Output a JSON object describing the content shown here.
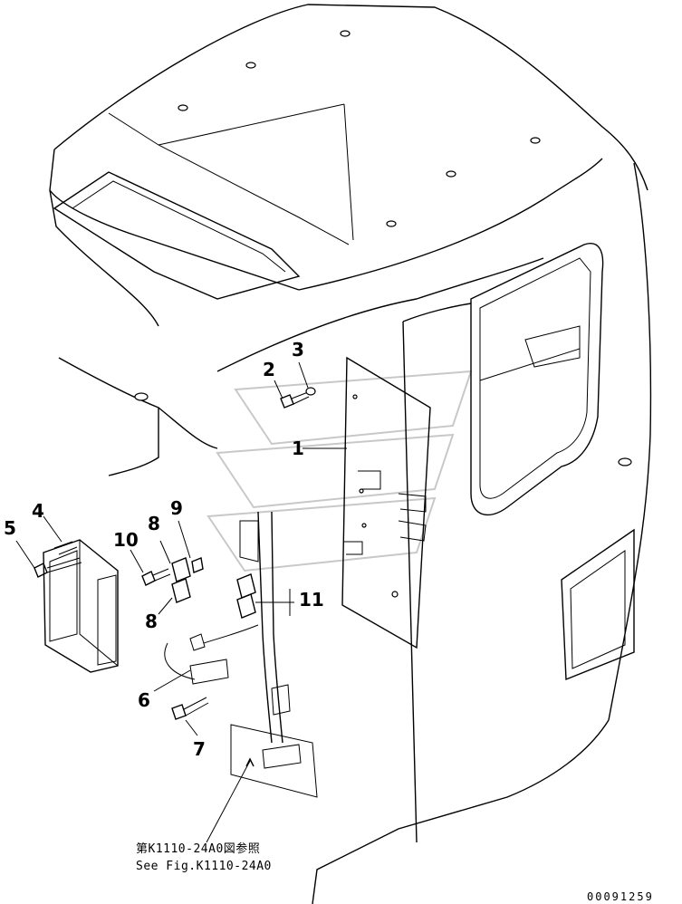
{
  "callouts": [
    "1",
    "2",
    "3",
    "4",
    "5",
    "6",
    "7",
    "8",
    "8",
    "9",
    "10",
    "11"
  ],
  "reference_note": {
    "line1": "第K1110-24A0図参照",
    "line2": "See Fig.K1110-24A0"
  },
  "document_number": "00091259"
}
